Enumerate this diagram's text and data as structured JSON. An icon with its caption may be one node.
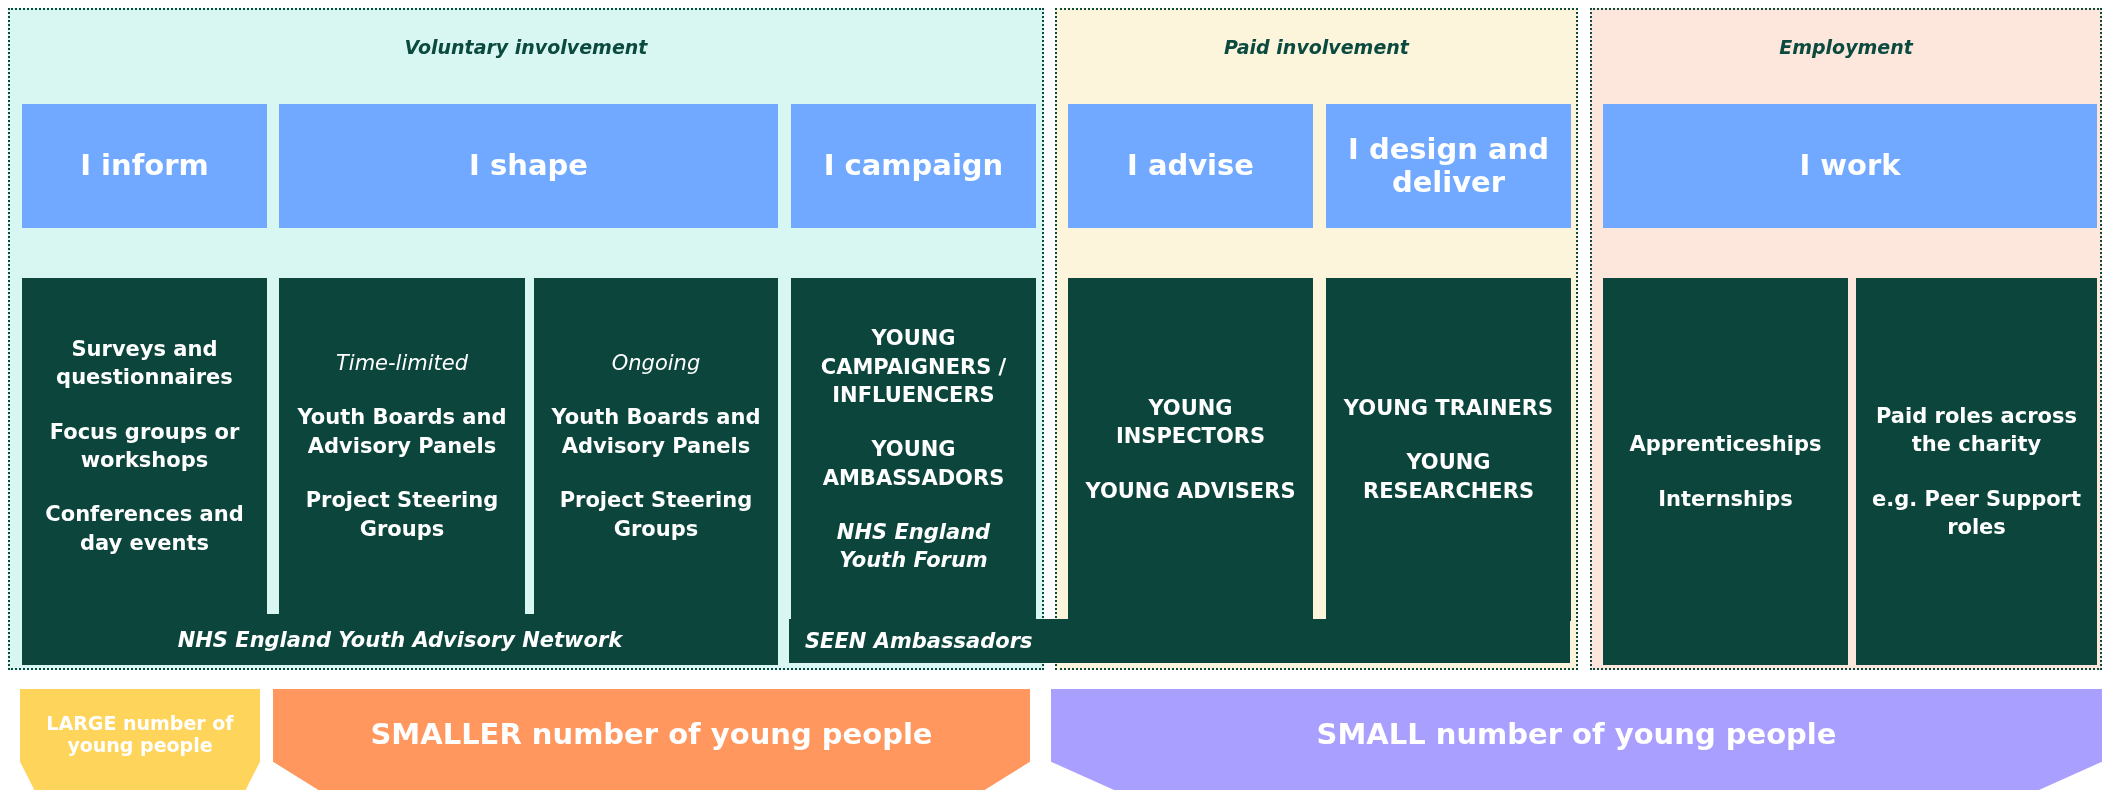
{
  "diagram": {
    "nodes": [
      {
        "text": [
          "Voluntary involvement"
        ]
      },
      {
        "text": [
          "I inform"
        ],
        "in": 0
      },
      {
        "text": [
          "I shape"
        ],
        "in": 0
      },
      {
        "text": [
          "I campaign"
        ],
        "in": 0
      },
      {
        "text": [
          "Surveys and questionnaires",
          "Focus groups or workshops",
          "Conferences and day events"
        ],
        "in": 0
      },
      {
        "text": [
          "Time-limited",
          "Youth Boards and Advisory Panels",
          "Project Steering Groups"
        ],
        "in": 0
      },
      {
        "text": [
          "Ongoing",
          "Youth Boards and Advisory Panels",
          "Project Steering Groups"
        ],
        "in": 0
      },
      {
        "text": [
          "YOUNG CAMPAIGNERS / INFLUENCERS",
          "YOUNG AMBASSADORS",
          "NHS England Youth Forum"
        ],
        "in": 0
      },
      {
        "text": [
          "NHS England Youth Advisory Network"
        ],
        "in": 0
      },
      {
        "text": [
          "Paid involvement"
        ]
      },
      {
        "text": [
          "I advise"
        ],
        "in": 9
      },
      {
        "text": [
          "I design and deliver"
        ],
        "in": 9
      },
      {
        "text": [
          "YOUNG INSPECTORS",
          "YOUNG ADVISERS"
        ],
        "in": 9
      },
      {
        "text": [
          "YOUNG TRAINERS",
          "YOUNG RESEARCHERS"
        ],
        "in": 9
      },
      {
        "text": [
          "SEEN Ambassadors"
        ]
      },
      {
        "text": [
          "Employment"
        ]
      },
      {
        "text": [
          "I work"
        ],
        "in": 15
      },
      {
        "text": [
          "Apprenticeships",
          "Internships"
        ],
        "in": 15
      },
      {
        "text": [
          "Paid roles across the charity",
          "e.g. Peer Support roles"
        ],
        "in": 15
      },
      {
        "text": [
          "LARGE number of young people"
        ]
      },
      {
        "text": [
          "SMALLER number of young people"
        ]
      },
      {
        "text": [
          "SMALL number of young people"
        ]
      }
    ]
  }
}
